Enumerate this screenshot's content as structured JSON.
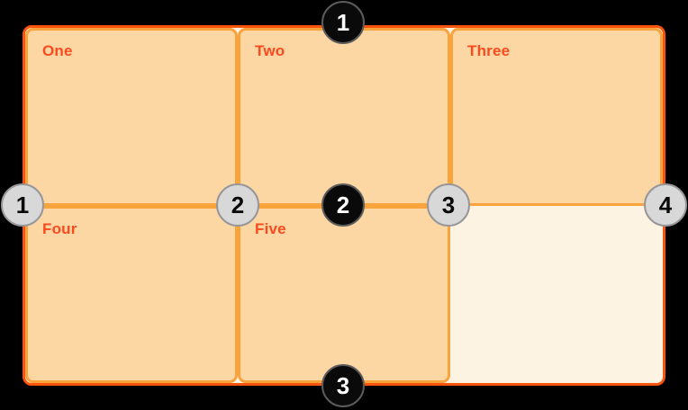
{
  "colors": {
    "page-bg": "#000000",
    "container-bg": "#fdf3e3",
    "container-border": "#fa540c",
    "cell-bg": "#fcd7a4",
    "cell-border": "#f9a33c",
    "label": "#fb4a1d",
    "row-badge-bg": "#0a0a0a",
    "row-badge-border": "#5c5c5c",
    "row-badge-text": "#ffffff",
    "col-badge-bg": "#d8d8d8",
    "col-badge-border": "#97979a",
    "col-badge-text": "#0a0a0a"
  },
  "grid": {
    "items": [
      {
        "label": "One"
      },
      {
        "label": "Two"
      },
      {
        "label": "Three"
      },
      {
        "label": "Four"
      },
      {
        "label": "Five"
      }
    ],
    "row_lines": [
      {
        "number": "1"
      },
      {
        "number": "2"
      },
      {
        "number": "3"
      }
    ],
    "column_lines": [
      {
        "number": "1"
      },
      {
        "number": "2"
      },
      {
        "number": "3"
      },
      {
        "number": "4"
      }
    ]
  }
}
